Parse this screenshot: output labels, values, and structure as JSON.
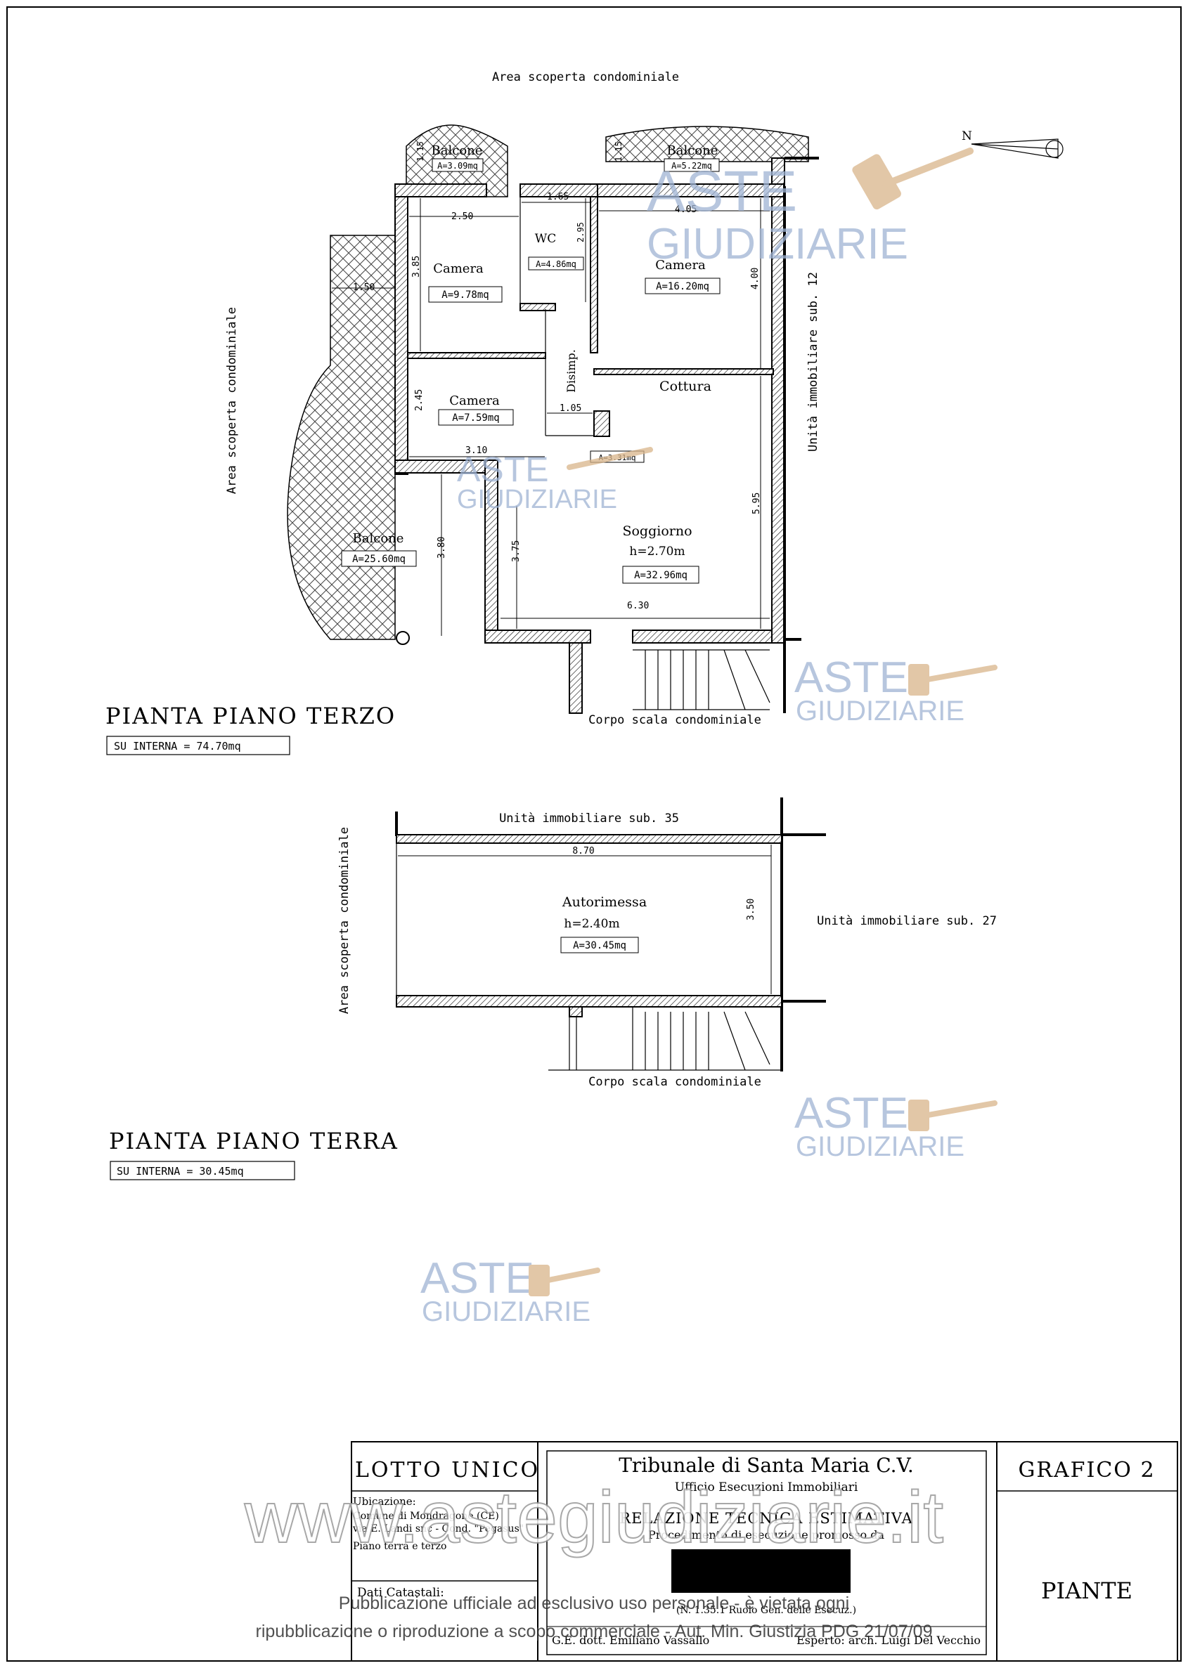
{
  "labels": {
    "area_scoperta_top": "Area scoperta condominiale",
    "area_scoperta_left": "Area scoperta condominiale",
    "area_scoperta_left2": "Area scoperta condominiale",
    "unita_sub12": "Unità immobiliare sub. 12",
    "unita_sub35": "Unità immobiliare sub. 35",
    "unita_sub27": "Unità immobiliare sub. 27",
    "corpo_scala_1": "Corpo scala condominiale",
    "corpo_scala_2": "Corpo scala condominiale",
    "north": "N"
  },
  "piano_terzo": {
    "title": "PIANTA PIANO TERZO",
    "su": "SU INTERNA = 74.70mq",
    "rooms": {
      "balcone_1": {
        "name": "Balcone",
        "area": "A=3.09mq"
      },
      "balcone_2": {
        "name": "Balcone",
        "area": "A=5.22mq"
      },
      "wc": {
        "name": "WC",
        "area": "A=4.86mq"
      },
      "camera_1": {
        "name": "Camera",
        "area": "A=9.78mq"
      },
      "camera_2": {
        "name": "Camera",
        "area": "A=16.20mq"
      },
      "camera_3": {
        "name": "Camera",
        "area": "A=7.59mq"
      },
      "disimp": {
        "name": "Disimp.",
        "area": "A=3.31mq"
      },
      "cottura": {
        "name": "Cottura"
      },
      "soggiorno": {
        "name": "Soggiorno",
        "height": "h=2.70m",
        "area": "A=32.96mq"
      },
      "balcone_3": {
        "name": "Balcone",
        "area": "A=25.60mq"
      }
    },
    "dims": {
      "d_115a": "1.15",
      "d_115b": "1.15",
      "d_165": "1.65",
      "d_250": "2.50",
      "d_405": "4.05",
      "d_295": "2.95",
      "d_385": "3.85",
      "d_400": "4.00",
      "d_150": "1.50",
      "d_245": "2.45",
      "d_105": "1.05",
      "d_310": "3.10",
      "d_595": "5.95",
      "d_375": "3.75",
      "d_380": "3.80",
      "d_630": "6.30"
    }
  },
  "piano_terra": {
    "title": "PIANTA PIANO TERRA",
    "su": "SU INTERNA = 30.45mq",
    "room": {
      "name": "Autorimessa",
      "height": "h=2.40m",
      "area": "A=30.45mq"
    },
    "dims": {
      "d_870": "8.70",
      "d_350": "3.50"
    }
  },
  "watermark": {
    "brand_1": "ASTE",
    "brand_2": "GIUDIZIARIE",
    "site": "www.astegiudiziarie.it",
    "notice_line1": "Pubblicazione ufficiale ad esclusivo uso personale - è vietata ogni",
    "notice_line2": "ripubblicazione o riproduzione a scopo commerciale - Aut. Min. Giustizia PDG 21/07/09"
  },
  "title_block": {
    "lotto": "LOTTO UNICO",
    "ubicazione_label": "Ubicazione:",
    "ubicazione_1": "Comune di Mondragone (CE)",
    "ubicazione_2": "via E. Landi snc - Cond. \"Pegasus\"",
    "ubicazione_3": "Piano terra e terzo",
    "dati_catastali": "Dati Catastali:",
    "tribunale": "Tribunale di Santa Maria C.V.",
    "ufficio": "Ufficio Esecuzioni Immobiliari",
    "relazione": "RELAZIONE TECNICA ESTIMATIVA",
    "procedimento": "Procedimento di esecuzione promosso da",
    "ruolo": "(N. 1.35.1 Ruolo Gen. delle Esecuz.)",
    "ge": "G.E. dott. Emiliano Vassallo",
    "esperto": "Esperto: arch. Luigi Del Vecchio",
    "grafico": "GRAFICO 2",
    "piante": "PIANTE"
  },
  "colors": {
    "watermark_blue": "#9fb4d4",
    "hammer": "#d9b58a"
  }
}
